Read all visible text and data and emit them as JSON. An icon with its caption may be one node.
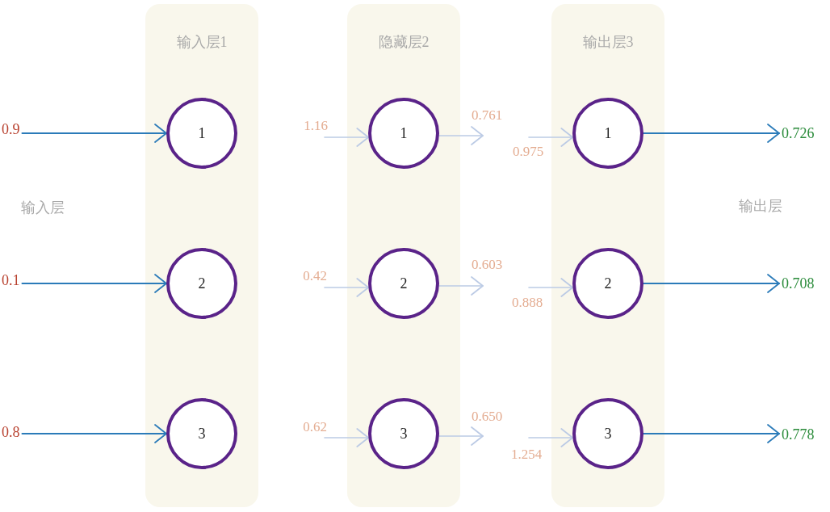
{
  "diagram": {
    "nodes": [
      {
        "text": [
          "输入层1"
        ]
      },
      {
        "text": [
          "1"
        ],
        "in": 0
      },
      {
        "text": [
          "2"
        ],
        "in": 0
      },
      {
        "text": [
          "3"
        ],
        "in": 0
      },
      {
        "text": [
          "隐藏层2"
        ]
      },
      {
        "text": [
          "1"
        ],
        "in": 4
      },
      {
        "text": [
          "2"
        ],
        "in": 4
      },
      {
        "text": [
          "3"
        ],
        "in": 4
      },
      {
        "text": [
          "输出层3"
        ]
      },
      {
        "text": [
          "1"
        ],
        "in": 8
      },
      {
        "text": [
          "2"
        ],
        "in": 8
      },
      {
        "text": [
          "3"
        ],
        "in": 8
      },
      {
        "text": [
          "0.9"
        ]
      },
      {
        "text": [
          "0.1"
        ]
      },
      {
        "text": [
          "0.8"
        ]
      },
      {
        "text": [
          "0.726"
        ]
      },
      {
        "text": [
          "0.708"
        ]
      },
      {
        "text": [
          "0.778"
        ]
      }
    ],
    "edges": [
      {
        "from": 12,
        "to": 1,
        "arrow": "to",
        "color": "#2b7bb9"
      },
      {
        "from": 13,
        "to": 2,
        "arrow": "to",
        "color": "#2b7bb9"
      },
      {
        "from": 14,
        "to": 3,
        "arrow": "to",
        "color": "#2b7bb9"
      },
      {
        "from": null,
        "to": 5,
        "arrow": "to",
        "label": "1.16"
      },
      {
        "from": null,
        "to": 6,
        "arrow": "to",
        "label": "0.42"
      },
      {
        "from": null,
        "to": 7,
        "arrow": "to",
        "label": "0.62"
      },
      {
        "from": 5,
        "to": null,
        "arrow": "to",
        "label": "0.761"
      },
      {
        "from": 6,
        "to": null,
        "arrow": "to",
        "label": "0.603"
      },
      {
        "from": 7,
        "to": null,
        "arrow": "to",
        "label": "0.650"
      },
      {
        "from": null,
        "to": 9,
        "arrow": "to",
        "label": "0.975"
      },
      {
        "from": null,
        "to": 10,
        "arrow": "to",
        "label": "0.888"
      },
      {
        "from": null,
        "to": 11,
        "arrow": "to",
        "label": "1.254"
      },
      {
        "from": 9,
        "to": 15,
        "arrow": "to",
        "color": "#2b7bb9"
      },
      {
        "from": 10,
        "to": 16,
        "arrow": "to",
        "color": "#2b7bb9"
      },
      {
        "from": 11,
        "to": 17,
        "arrow": "to",
        "color": "#2b7bb9"
      }
    ],
    "labels": [
      "输入层",
      "输出层"
    ]
  }
}
